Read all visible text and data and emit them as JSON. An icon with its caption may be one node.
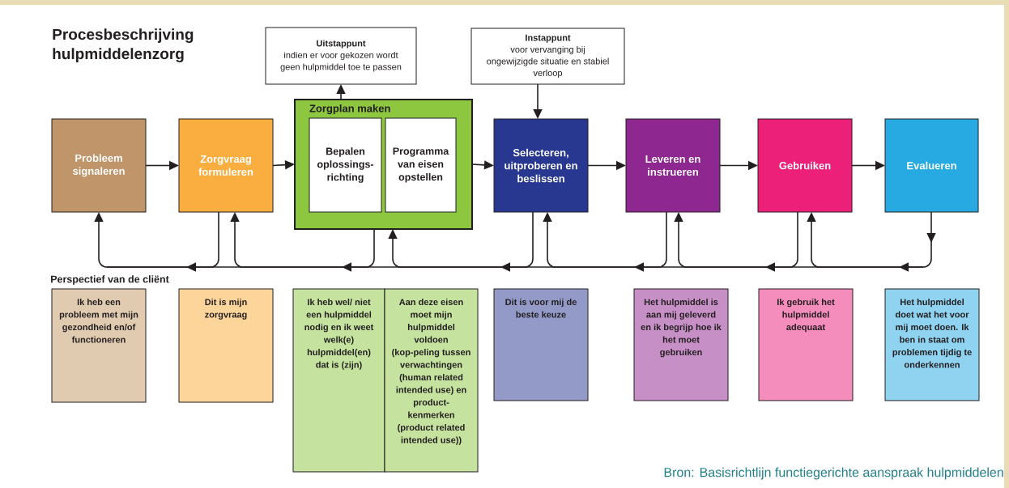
{
  "diagram": {
    "title": "Procesbeschrijving hulpmiddelenzorg",
    "caption": "Bron: Basisrichtlijn functiegerichte aanspraak hulpmiddelen",
    "nodes": [
      {
        "text": [
          "Uitstappunt",
          "indien er voor gekozen wordt geen hulpmiddel toe te passen"
        ]
      },
      {
        "text": [
          "Instappunt",
          "voor vervanging bij ongewijzigde situatie en stabiel verloop"
        ]
      },
      {
        "text": [
          "Probleem signaleren"
        ]
      },
      {
        "text": [
          "Zorgvraag formuleren"
        ]
      },
      {
        "text": [
          "Zorgplan maken"
        ]
      },
      {
        "text": [
          "Bepalen oplossings-richting"
        ],
        "in": 4
      },
      {
        "text": [
          "Programma van eisen opstellen"
        ],
        "in": 4
      },
      {
        "text": [
          "Selecteren, uitproberen en beslissen"
        ]
      },
      {
        "text": [
          "Leveren en instrueren"
        ]
      },
      {
        "text": [
          "Gebruiken"
        ]
      },
      {
        "text": [
          "Evalueren"
        ]
      },
      {
        "text": [
          "Ik heb een probleem met mijn gezondheid en/of functioneren"
        ]
      },
      {
        "text": [
          "Dit is mijn zorgvraag"
        ]
      },
      {
        "text": [
          "Ik heb wel/ niet een hulpmiddel nodig en ik weet welk(e) hulpmiddel(en) dat is (zijn)"
        ]
      },
      {
        "text": [
          "Aan deze eisen moet mijn hulpmiddel voldoen (kop-peling tussen verwachtingen (human related intended use) en product-kenmerken (product related intended use))"
        ]
      },
      {
        "text": [
          "Dit is voor mij de beste keuze"
        ]
      },
      {
        "text": [
          "Het hulpmiddel is aan mij geleverd en ik begrijp hoe ik het moet gebruiken"
        ]
      },
      {
        "text": [
          "Ik gebruik het hulpmiddel adequaat"
        ]
      },
      {
        "text": [
          "Het hulpmiddel doet wat het voor mij moet doen. Ik ben in staat om problemen tijdig te onderkennen"
        ]
      }
    ],
    "edges": [
      {
        "from": 2,
        "to": 3,
        "arrow": "to"
      },
      {
        "from": 3,
        "to": 4,
        "arrow": "to"
      },
      {
        "from": 4,
        "to": 7,
        "arrow": "to"
      },
      {
        "from": 7,
        "to": 8,
        "arrow": "to"
      },
      {
        "from": 8,
        "to": 9,
        "arrow": "to"
      },
      {
        "from": 9,
        "to": 10,
        "arrow": "to"
      },
      {
        "from": 4,
        "to": 0,
        "arrow": "to"
      },
      {
        "from": 1,
        "to": 7,
        "arrow": "to"
      },
      {
        "from": 10,
        "to": 9,
        "arrow": "to"
      },
      {
        "from": 9,
        "to": 8,
        "arrow": "to"
      },
      {
        "from": 8,
        "to": 7,
        "arrow": "to"
      },
      {
        "from": 7,
        "to": 4,
        "arrow": "to"
      },
      {
        "from": 4,
        "to": 3,
        "arrow": "to"
      },
      {
        "from": 3,
        "to": 2,
        "arrow": "to"
      }
    ],
    "labels": [
      "Perspectief van de cliënt"
    ]
  }
}
